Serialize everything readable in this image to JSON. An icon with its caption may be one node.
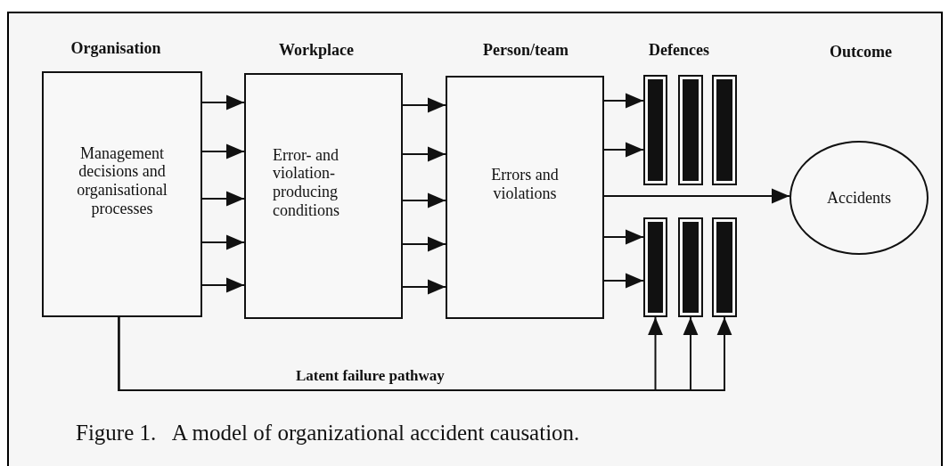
{
  "diagram": {
    "caption": "Figure 1.   A model of organizational accident causation.",
    "nodes": [
      {
        "text": [
          "Organisation",
          "Management decisions and organisational processes"
        ]
      },
      {
        "text": [
          "Workplace",
          "Error- and violation-producing conditions"
        ]
      },
      {
        "text": [
          "Person/team",
          "Errors and violations"
        ]
      },
      {
        "text": [],
        "shape": "bar"
      },
      {
        "text": [],
        "shape": "bar"
      },
      {
        "text": [],
        "shape": "bar"
      },
      {
        "text": [],
        "shape": "bar"
      },
      {
        "text": [],
        "shape": "bar"
      },
      {
        "text": [],
        "shape": "bar"
      },
      {
        "text": [
          "Accidents"
        ]
      }
    ],
    "edges": [
      {
        "from": 0,
        "to": 1,
        "arrow": "to"
      },
      {
        "from": 0,
        "to": 1,
        "arrow": "to"
      },
      {
        "from": 0,
        "to": 1,
        "arrow": "to"
      },
      {
        "from": 0,
        "to": 1,
        "arrow": "to"
      },
      {
        "from": 0,
        "to": 1,
        "arrow": "to"
      },
      {
        "from": 1,
        "to": 2,
        "arrow": "to"
      },
      {
        "from": 1,
        "to": 2,
        "arrow": "to"
      },
      {
        "from": 1,
        "to": 2,
        "arrow": "to"
      },
      {
        "from": 1,
        "to": 2,
        "arrow": "to"
      },
      {
        "from": 1,
        "to": 2,
        "arrow": "to"
      },
      {
        "from": 2,
        "to": 3,
        "arrow": "to"
      },
      {
        "from": 2,
        "to": 3,
        "arrow": "to"
      },
      {
        "from": 2,
        "to": 9,
        "arrow": "to"
      },
      {
        "from": 2,
        "to": 6,
        "arrow": "to"
      },
      {
        "from": 2,
        "to": 6,
        "arrow": "to"
      },
      {
        "from": 0,
        "to": 6,
        "arrow": "to",
        "label": "Latent failure pathway"
      },
      {
        "from": 0,
        "to": 7,
        "arrow": "to"
      },
      {
        "from": 0,
        "to": 8,
        "arrow": "to"
      }
    ],
    "labels": [
      "Defences",
      "Outcome"
    ]
  }
}
